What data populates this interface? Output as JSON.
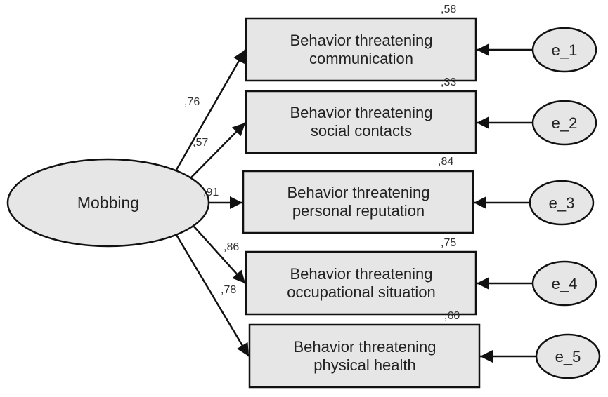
{
  "latent": {
    "label": "Mobbing"
  },
  "indicators": [
    {
      "line1": "Behavior threatening",
      "line2": "communication",
      "loading": ",76",
      "r2": ",58",
      "error": "e_1"
    },
    {
      "line1": "Behavior threatening",
      "line2": "social contacts",
      "loading": ",57",
      "r2": ",33",
      "error": "e_2"
    },
    {
      "line1": "Behavior threatening",
      "line2": "personal reputation",
      "loading": ",91",
      "r2": ",84",
      "error": "e_3"
    },
    {
      "line1": "Behavior threatening",
      "line2": "occupational situation",
      "loading": ",86",
      "r2": ",75",
      "error": "e_4"
    },
    {
      "line1": "Behavior threatening",
      "line2": "physical health",
      "loading": ",78",
      "r2": ",60",
      "error": "e_5"
    }
  ]
}
